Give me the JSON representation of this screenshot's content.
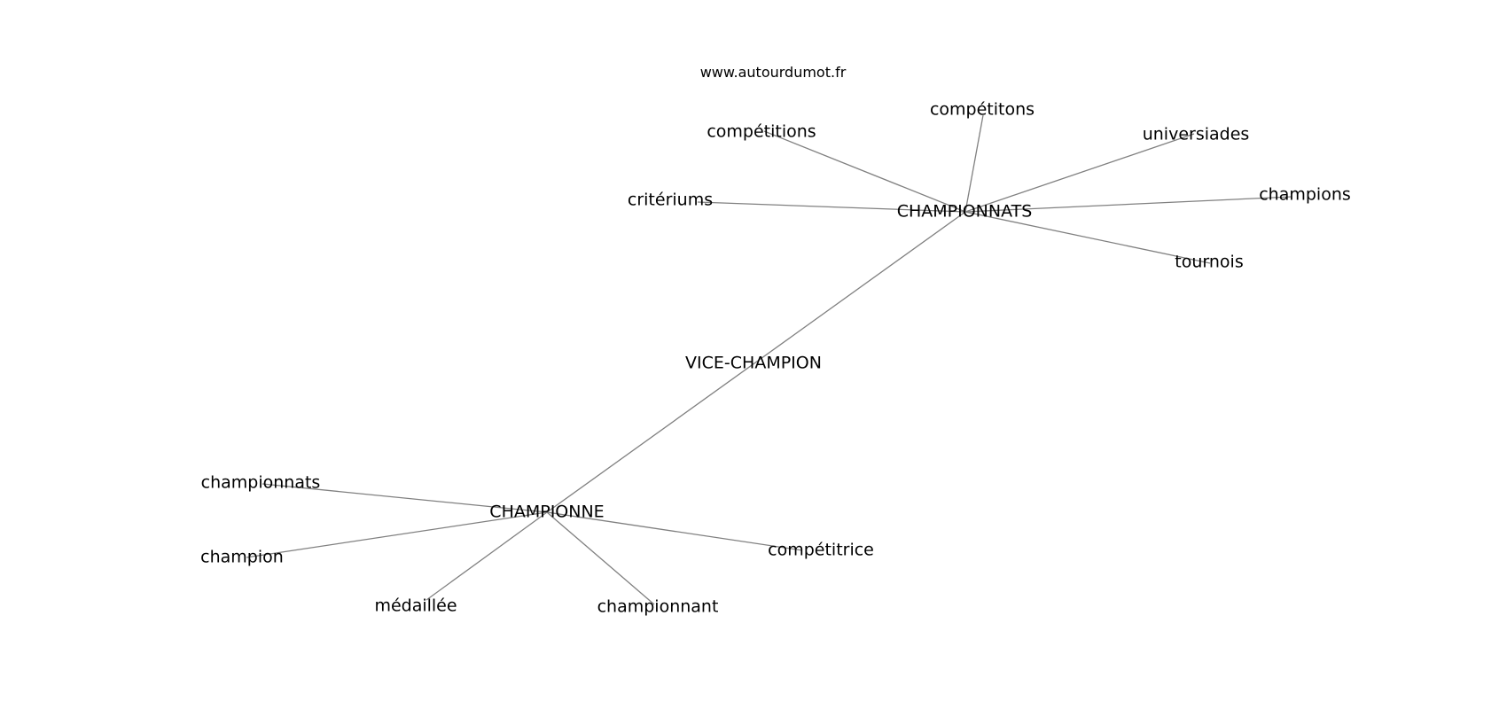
{
  "watermark": "www.autourdumot.fr",
  "colors": {
    "edge": "#808080",
    "text": "#000000",
    "background": "#ffffff"
  },
  "nodes": {
    "vice_champion": "VICE-CHAMPION",
    "championnats_hub": "CHAMPIONNATS",
    "championne_hub": "CHAMPIONNE",
    "competitions": "compétitions",
    "competitons": "compétitons",
    "universiades": "universiades",
    "criteriums": "critériums",
    "champions": "champions",
    "tournois": "tournois",
    "championnats": "championnats",
    "champion": "champion",
    "medaillee": "médaillée",
    "championnant": "championnant",
    "competitrice": "compétitrice"
  },
  "edges": [
    [
      "championnats_hub",
      "championne_hub"
    ],
    [
      "championnats_hub",
      "competitions"
    ],
    [
      "championnats_hub",
      "competitons"
    ],
    [
      "championnats_hub",
      "universiades"
    ],
    [
      "championnats_hub",
      "criteriums"
    ],
    [
      "championnats_hub",
      "champions"
    ],
    [
      "championnats_hub",
      "tournois"
    ],
    [
      "championne_hub",
      "championnats"
    ],
    [
      "championne_hub",
      "champion"
    ],
    [
      "championne_hub",
      "medaillee"
    ],
    [
      "championne_hub",
      "championnant"
    ],
    [
      "championne_hub",
      "competitrice"
    ]
  ]
}
